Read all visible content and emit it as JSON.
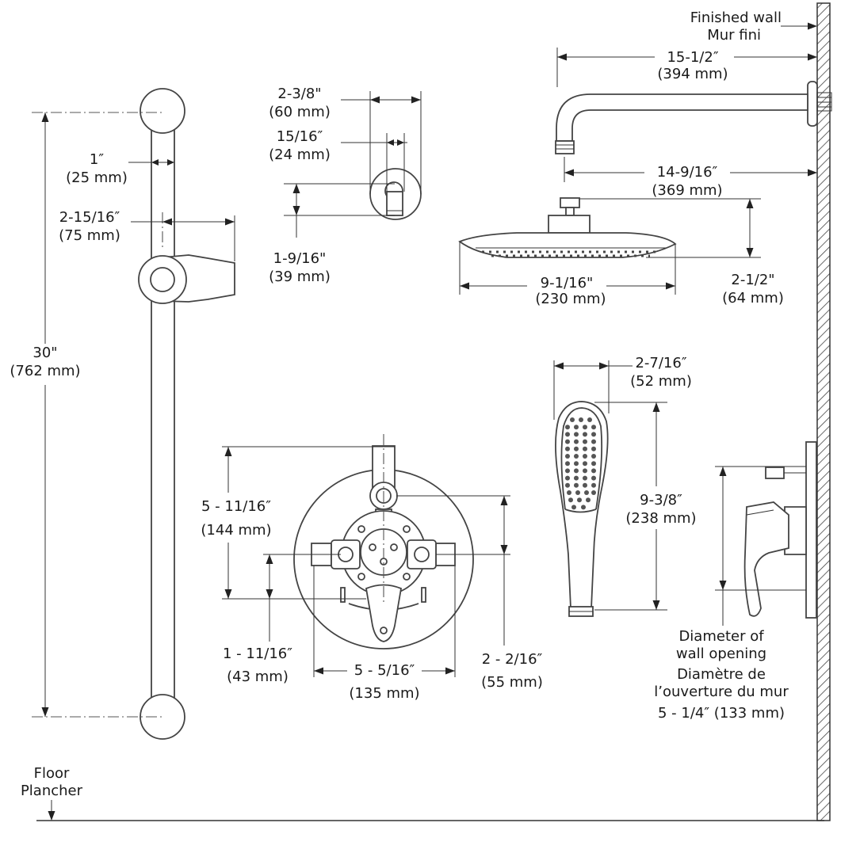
{
  "labels": {
    "finished_wall_en": "Finished wall",
    "finished_wall_fr": "Mur fini",
    "floor_en": "Floor",
    "floor_fr": "Plancher",
    "wall_opening_en_1": "Diameter of",
    "wall_opening_en_2": "wall opening",
    "wall_opening_fr_1": "Diamètre de",
    "wall_opening_fr_2": "l’ouverture du mur",
    "wall_opening_dim": "5 - 1/4″ (133 mm)"
  },
  "dimensions": {
    "arm_length": {
      "imperial": "15-1/2″",
      "metric": "(394 mm)"
    },
    "arm_outlet": {
      "imperial": "14-9/16″",
      "metric": "(369 mm)"
    },
    "head_height": {
      "imperial": "2-1/2\"",
      "metric": "(64 mm)"
    },
    "head_width": {
      "imperial": "9-1/16\"",
      "metric": "(230 mm)"
    },
    "flange_diameter": {
      "imperial": "2-3/8\"",
      "metric": "(60 mm)"
    },
    "elbow_offset": {
      "imperial": "15/16″",
      "metric": "(24 mm)"
    },
    "elbow_height": {
      "imperial": "1-9/16\"",
      "metric": "(39 mm)"
    },
    "bar_width": {
      "imperial": "1″",
      "metric": "(25 mm)"
    },
    "holder_projection": {
      "imperial": "2-15/16″",
      "metric": "(75 mm)"
    },
    "bar_length": {
      "imperial": "30\"",
      "metric": "(762 mm)"
    },
    "handshower_width": {
      "imperial": "2-7/16″",
      "metric": "(52 mm)"
    },
    "handshower_length": {
      "imperial": "9-3/8″",
      "metric": "(238 mm)"
    },
    "valve_top": {
      "imperial": "5 - 11/16″",
      "metric": "(144 mm)"
    },
    "valve_ports": {
      "imperial": "1 - 11/16″",
      "metric": "(43 mm)"
    },
    "valve_width": {
      "imperial": "5 - 5/16″",
      "metric": "(135 mm)"
    },
    "valve_outlet": {
      "imperial": "2 - 2/16″",
      "metric": "(55 mm)"
    }
  }
}
